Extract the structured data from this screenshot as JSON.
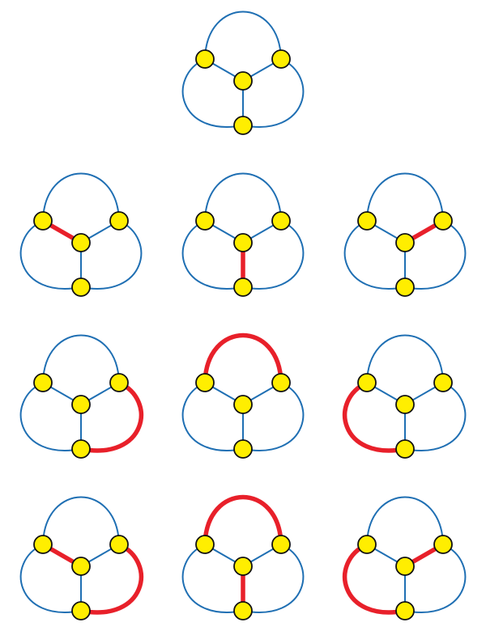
{
  "colors": {
    "edge": "#1f6fb3",
    "highlight": "#e8202a",
    "node_fill": "#ffee00",
    "node_stroke": "#111111",
    "background": "#ffffff"
  },
  "edges": [
    "upper-left-spoke",
    "bottom-spoke",
    "upper-right-spoke",
    "top-arc",
    "right-arc",
    "left-arc"
  ],
  "graphs": [
    {
      "highlighted": []
    },
    {
      "highlighted": [
        "upper-left-spoke"
      ]
    },
    {
      "highlighted": [
        "bottom-spoke"
      ]
    },
    {
      "highlighted": [
        "upper-right-spoke"
      ]
    },
    {
      "highlighted": [
        "right-arc"
      ]
    },
    {
      "highlighted": [
        "top-arc"
      ]
    },
    {
      "highlighted": [
        "left-arc"
      ]
    },
    {
      "highlighted": [
        "upper-left-spoke",
        "right-arc"
      ]
    },
    {
      "highlighted": [
        "top-arc",
        "bottom-spoke"
      ]
    },
    {
      "highlighted": [
        "left-arc",
        "upper-right-spoke"
      ]
    }
  ]
}
